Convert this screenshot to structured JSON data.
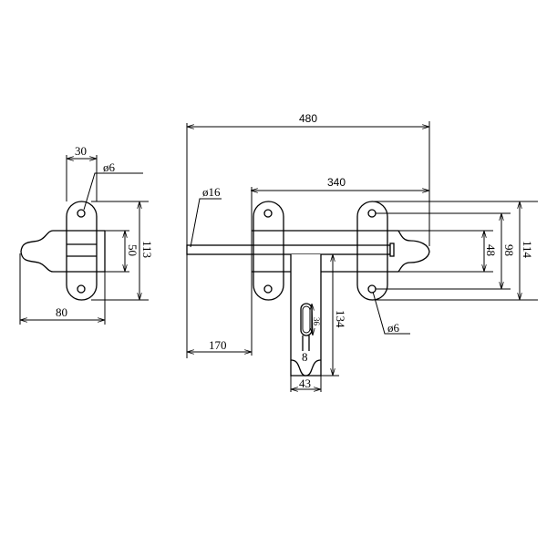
{
  "side_view": {
    "width_dim": "30",
    "hole_dim": "ø6",
    "band_dim": "50",
    "height_dim": "113",
    "depth_dim": "80"
  },
  "front_view": {
    "overall_length_dim": "480",
    "keeper_span_dim": "340",
    "bar_diameter_dim": "ø16",
    "offset_dim": "170",
    "handle_length_dim": "134",
    "handle_width_dim": "43",
    "slot_length_dim": "36",
    "slot_width_dim": "8",
    "band_dim": "48",
    "hole_spacing_dim": "98",
    "plate_height_dim": "114",
    "hole_dim": "ø6"
  }
}
